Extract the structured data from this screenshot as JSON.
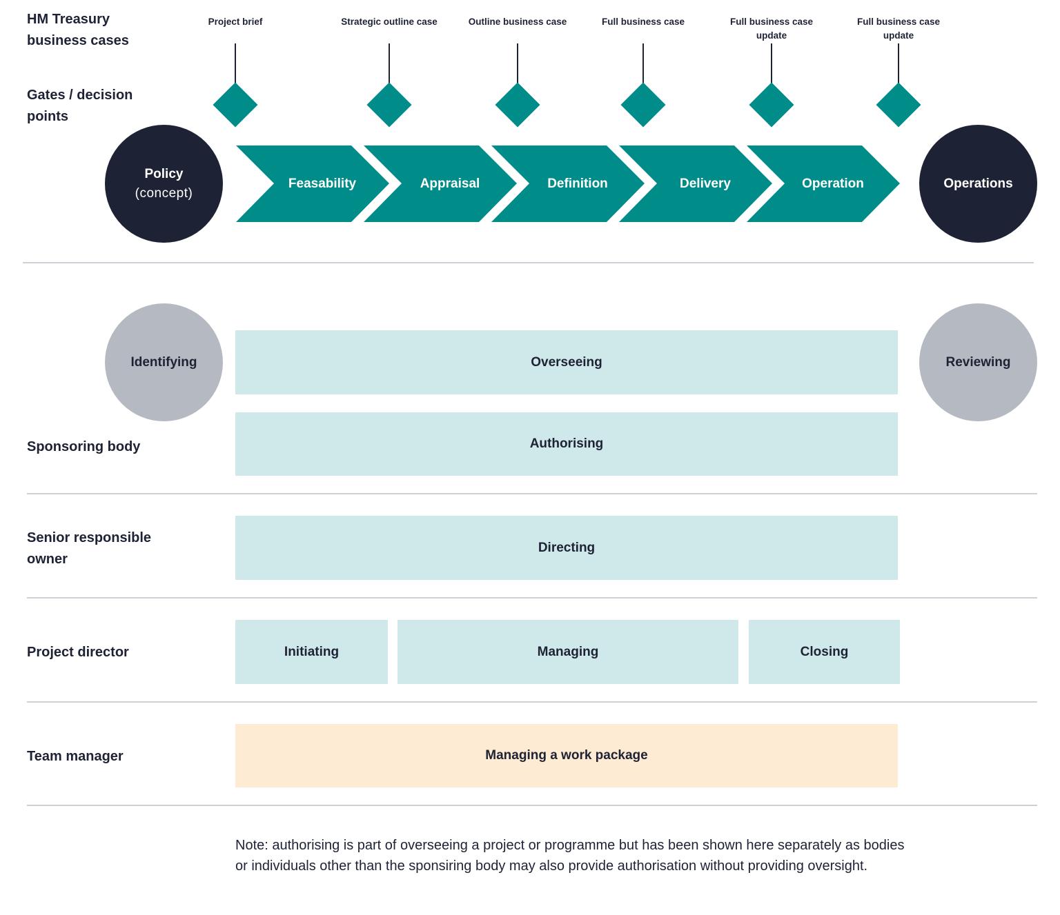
{
  "labels": {
    "business_cases": "HM Treasury business cases",
    "gates": "Gates / decision points",
    "sponsoring_body": "Sponsoring body",
    "sro": "Senior responsible owner",
    "project_director": "Project director",
    "team_manager": "Team manager"
  },
  "gates": [
    {
      "label": "Project brief"
    },
    {
      "label": "Strategic outline case"
    },
    {
      "label": "Outline business case"
    },
    {
      "label": "Full business case"
    },
    {
      "label": "Full business case update"
    },
    {
      "label": "Full business case update"
    }
  ],
  "start_circle": {
    "title": "Policy",
    "subtitle": "(concept)"
  },
  "end_circle": {
    "title": "Operations"
  },
  "stages": [
    "Feasability",
    "Appraisal",
    "Definition",
    "Delivery",
    "Operation"
  ],
  "identifying": "Identifying",
  "reviewing": "Reviewing",
  "activities": {
    "overseeing": "Overseeing",
    "authorising": "Authorising",
    "directing": "Directing",
    "initiating": "Initiating",
    "managing": "Managing",
    "closing": "Closing",
    "work_package": "Managing a work package"
  },
  "note": "Note: authorising is part of overseeing a project or programme but has been shown here separately as bodies or individuals other than the sponsiring body may also provide authorisation without providing oversight.",
  "colors": {
    "teal": "#008c88",
    "navy": "#1e2235",
    "light_teal": "#cfe8e9",
    "grey": "#b5b9c1",
    "peach": "#fdebd3"
  }
}
